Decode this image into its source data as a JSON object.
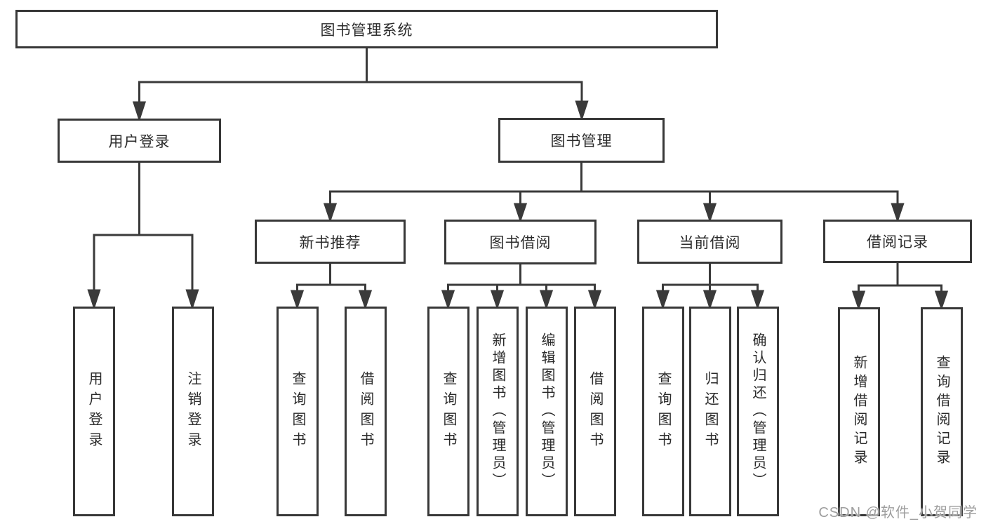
{
  "diagram": {
    "type": "hierarchy-tree",
    "orientation": "top-down",
    "tree": {
      "label": "图书管理系统",
      "children": [
        {
          "label": "用户登录",
          "children": [
            {
              "label": "用户登录"
            },
            {
              "label": "注销登录"
            }
          ]
        },
        {
          "label": "图书管理",
          "children": [
            {
              "label": "新书推荐",
              "children": [
                {
                  "label": "查询图书"
                },
                {
                  "label": "借阅图书"
                }
              ]
            },
            {
              "label": "图书借阅",
              "children": [
                {
                  "label": "查询图书"
                },
                {
                  "label": "新增图书（管理员）"
                },
                {
                  "label": "编辑图书（管理员）"
                },
                {
                  "label": "借阅图书"
                }
              ]
            },
            {
              "label": "当前借阅",
              "children": [
                {
                  "label": "查询图书"
                },
                {
                  "label": "归还图书"
                },
                {
                  "label": "确认归还（管理员）"
                }
              ]
            },
            {
              "label": "借阅记录",
              "children": [
                {
                  "label": "新增借阅记录"
                },
                {
                  "label": "查询借阅记录"
                }
              ]
            }
          ]
        }
      ]
    },
    "colors": {
      "line": "#3a3a3a",
      "box_border": "#383838",
      "box_fill": "#ffffff",
      "text": "#2b2b2b",
      "watermark": "#9e9e9e",
      "background": "#ffffff"
    }
  },
  "watermark": {
    "text": "CSDN @软件_小贺同学"
  }
}
